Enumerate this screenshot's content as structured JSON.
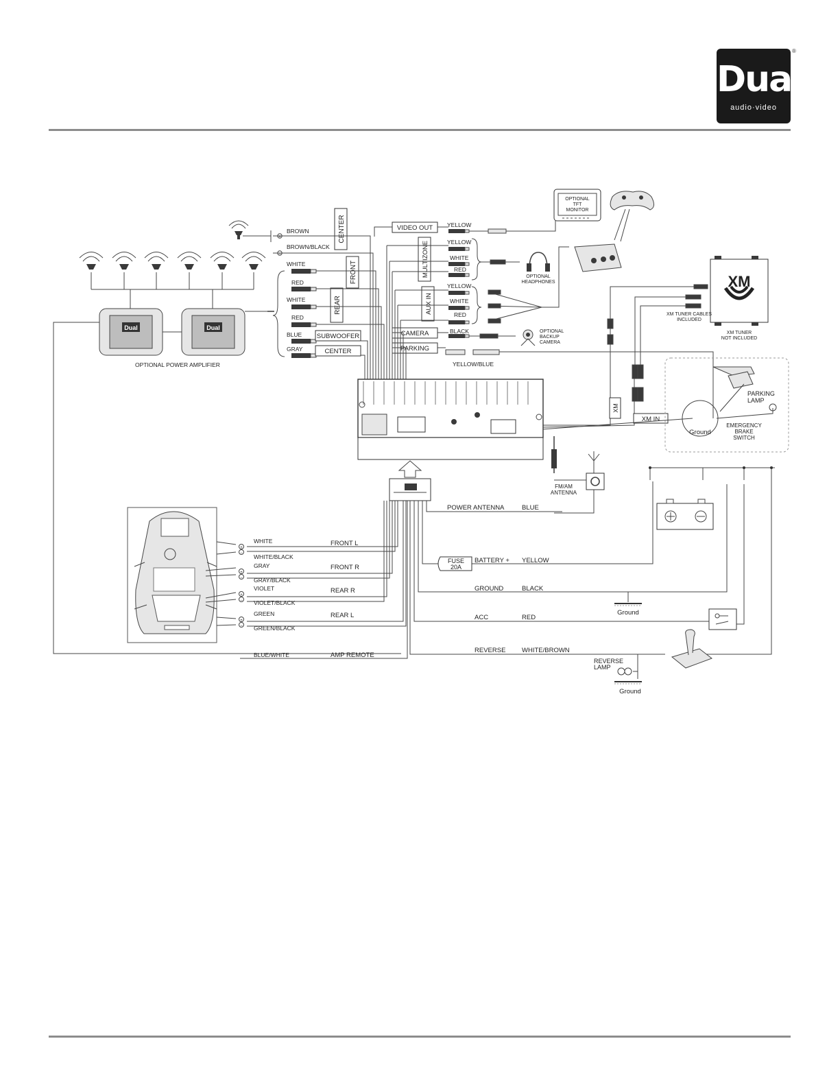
{
  "brand": {
    "name": "Dual",
    "tagline": "audio·video",
    "registered": "®"
  },
  "left_wires": {
    "center_speaker": {
      "pos": "BROWN",
      "neg": "BROWN/BLACK"
    },
    "front": {
      "pos": "WHITE",
      "neg": "RED"
    },
    "rear": {
      "pos": "WHITE",
      "neg": "RED"
    },
    "subwoofer_wire": "BLUE",
    "center_wire": "GRAY"
  },
  "group_labels": {
    "center": "CENTER",
    "front": "FRONT",
    "rear": "REAR",
    "multizone": "MULTIZONE",
    "aux_in": "AUX IN",
    "xm": "XM"
  },
  "box_labels": {
    "subwoofer": "SUBWOOFER",
    "center": "CENTER",
    "video_out": "VIDEO OUT",
    "camera": "CAMERA",
    "parking": "PARKING",
    "xm_in": "XM IN"
  },
  "right_wires": {
    "video_out": "YELLOW",
    "multizone": [
      "YELLOW",
      "WHITE",
      "RED"
    ],
    "aux_in": [
      "YELLOW",
      "WHITE",
      "RED"
    ],
    "camera": "BLACK",
    "parking": "YELLOW/BLUE"
  },
  "optional_labels": {
    "amplifier": "OPTIONAL POWER AMPLIFIER",
    "tft_monitor": [
      "OPTIONAL",
      "TFT",
      "MONITOR"
    ],
    "headphones": [
      "OPTIONAL",
      "HEADPHONES"
    ],
    "backup_camera": [
      "OPTIONAL",
      "BACKUP",
      "CAMERA"
    ],
    "xm_cables": [
      "XM TUNER CABLES",
      "INCLUDED"
    ],
    "xm_tuner": [
      "XM TUNER",
      "NOT INCLUDED"
    ]
  },
  "xm_logo": "XM",
  "parking_lamp": [
    "PARKING",
    "LAMP"
  ],
  "emergency_brake": [
    "EMERGENCY",
    "BRAKE",
    "SWITCH"
  ],
  "ground_label": "Ground",
  "antenna": [
    "FM/AM",
    "ANTENNA"
  ],
  "power_rows": [
    {
      "name": "POWER ANTENNA",
      "color": "BLUE"
    },
    {
      "name": "BATTERY +",
      "color": "YELLOW"
    },
    {
      "name": "GROUND",
      "color": "BLACK"
    },
    {
      "name": "ACC",
      "color": "RED"
    },
    {
      "name": "REVERSE",
      "color": "WHITE/BROWN"
    }
  ],
  "fuse": [
    "FUSE",
    "20A"
  ],
  "reverse_lamp": [
    "REVERSE",
    "LAMP"
  ],
  "speaker_rows": [
    {
      "pos": "WHITE",
      "neg": "WHITE/BLACK",
      "channel": "FRONT L"
    },
    {
      "pos": "GRAY",
      "neg": "GRAY/BLACK",
      "channel": "FRONT R"
    },
    {
      "pos": "VIOLET",
      "neg": "VIOLET/BLACK",
      "channel": "REAR R"
    },
    {
      "pos": "GREEN",
      "neg": "GREEN/BLACK",
      "channel": "REAR L"
    }
  ],
  "amp_remote": {
    "color": "BLUE/WHITE",
    "name": "AMP REMOTE"
  }
}
